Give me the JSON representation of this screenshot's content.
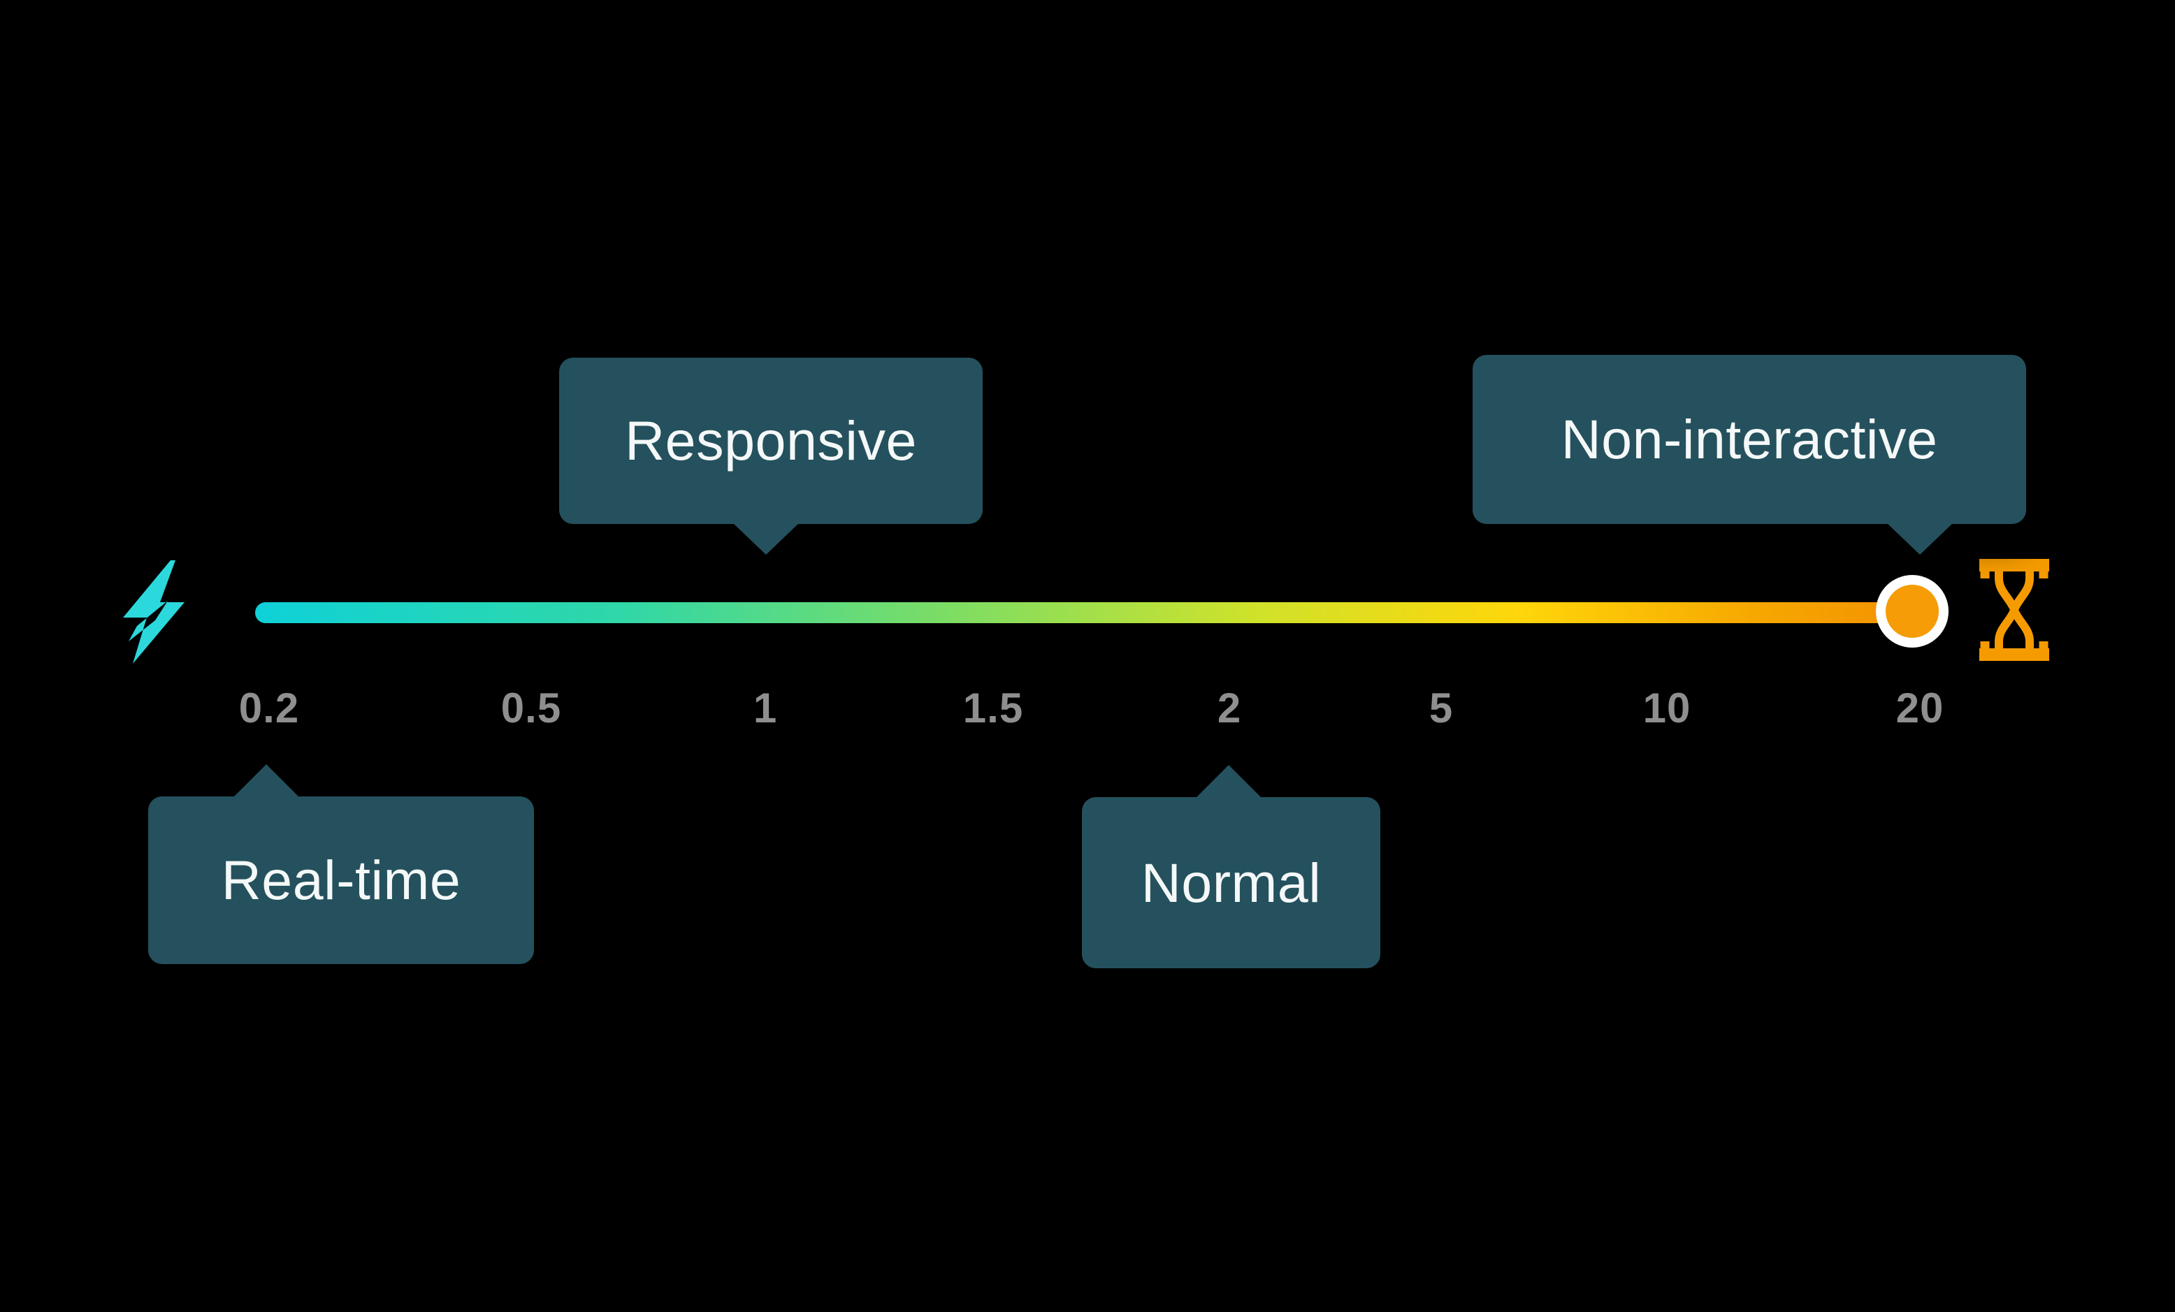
{
  "figure": {
    "description": "Latency spectrum scale from real-time to non-interactive",
    "background": "#000000"
  },
  "axis": {
    "ticks": [
      "0.2",
      "0.5",
      "1",
      "1.5",
      "2",
      "5",
      "10",
      "20"
    ]
  },
  "tooltips": {
    "responsive": "Responsive",
    "non_interactive": "Non-interactive",
    "real_time": "Real-time",
    "normal": "Normal"
  },
  "icons": {
    "start": "lightning-bolt",
    "end_marker": "orange-dot",
    "end": "hourglass"
  },
  "colors": {
    "tooltip_bg": "#24515D",
    "tooltip_text": "#F5F8F8",
    "tick_text": "#8F8F8F",
    "bolt_cyan": "#2BD8DB",
    "dot_orange": "#F59C07",
    "dot_ring": "#FFFFFF",
    "hourglass_orange": "#F59B00",
    "line_gradient": [
      "#0ED1D8",
      "#30D7A8",
      "#7EDD63",
      "#CFE22B",
      "#FFD60A",
      "#F29100"
    ]
  }
}
